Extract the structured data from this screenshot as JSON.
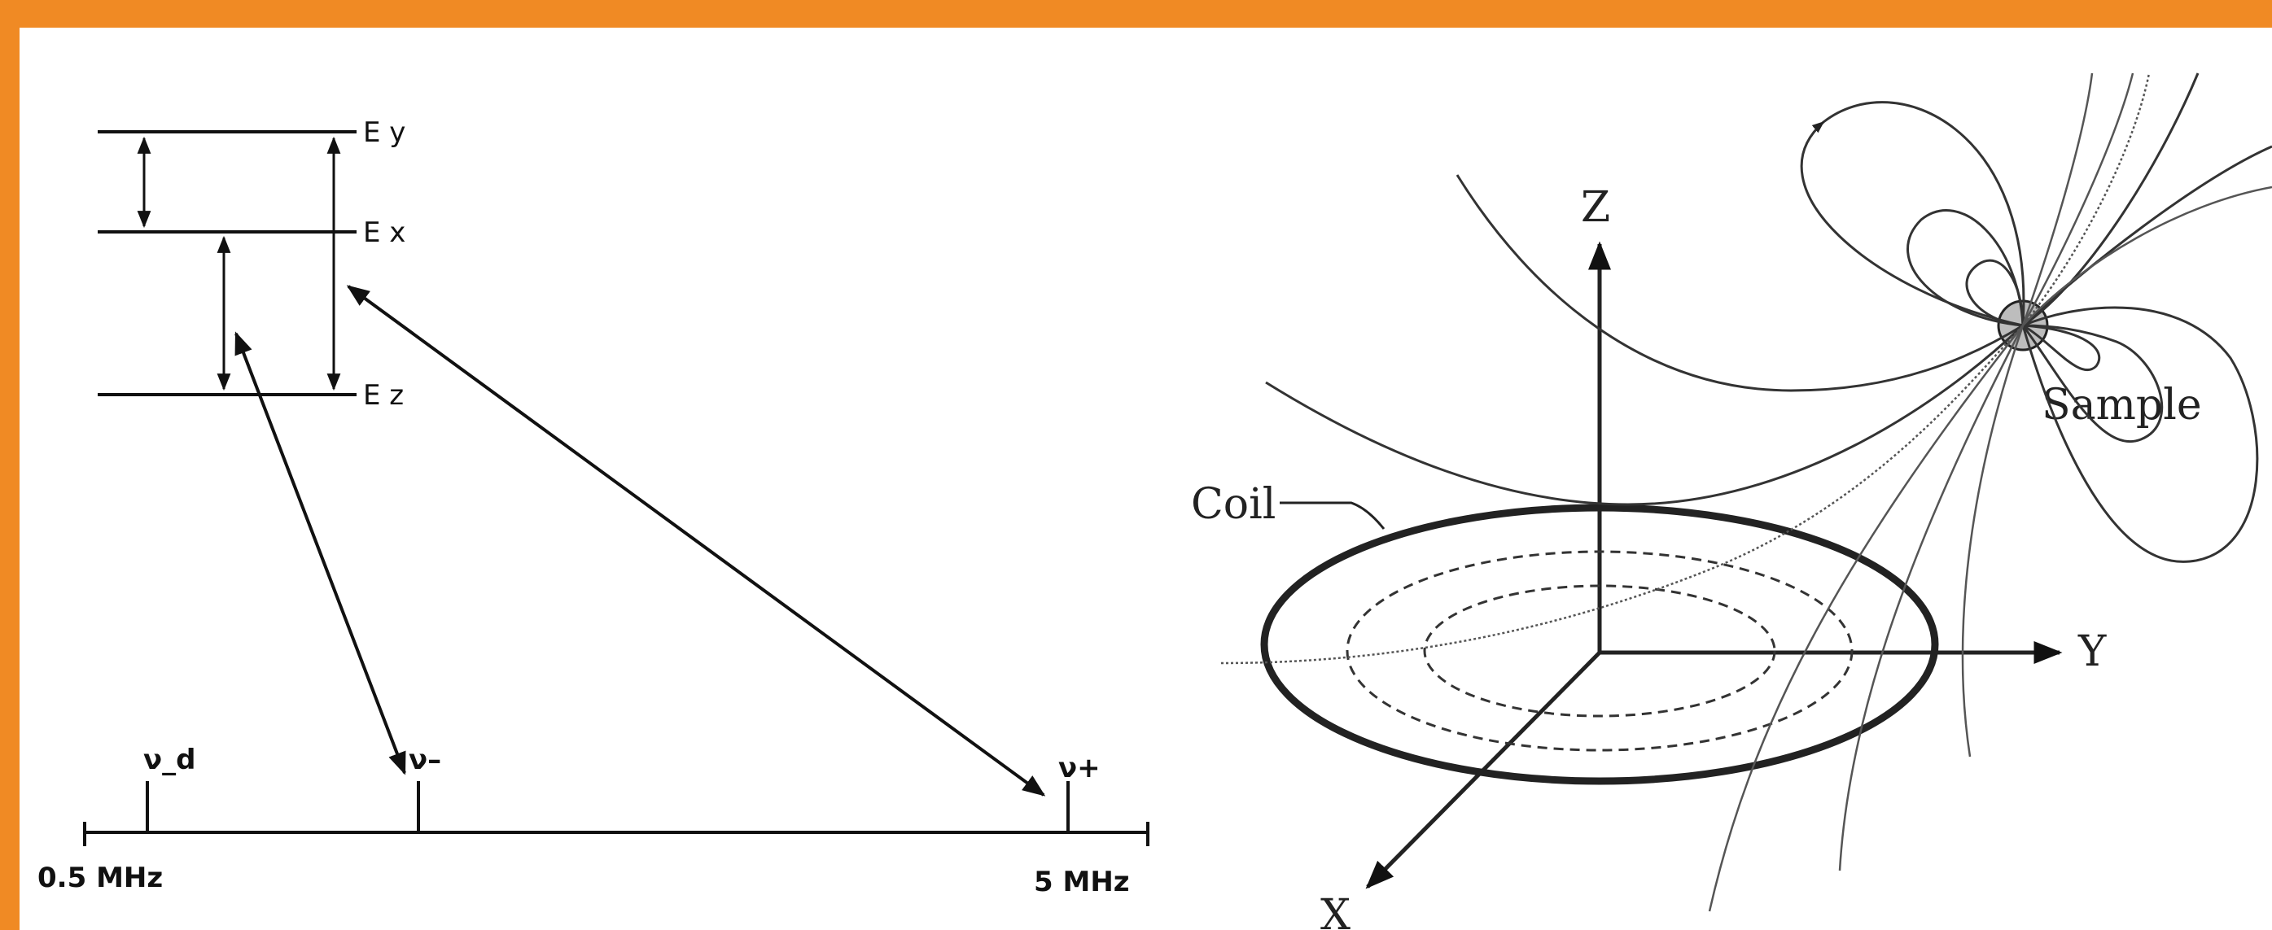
{
  "left_diagram": {
    "levels": [
      "E y",
      "E x",
      "E z"
    ],
    "frequency_labels": [
      "ν_d",
      "ν–",
      "ν+"
    ],
    "axis_min_label": "0.5 MHz",
    "axis_max_label": "5 MHz"
  },
  "right_diagram": {
    "axis_z": "Z",
    "axis_y": "Y",
    "axis_x": "X",
    "coil_label": "Coil",
    "sample_label": "Sample"
  },
  "colors": {
    "frame": "#f08a24",
    "ink": "#222222"
  }
}
